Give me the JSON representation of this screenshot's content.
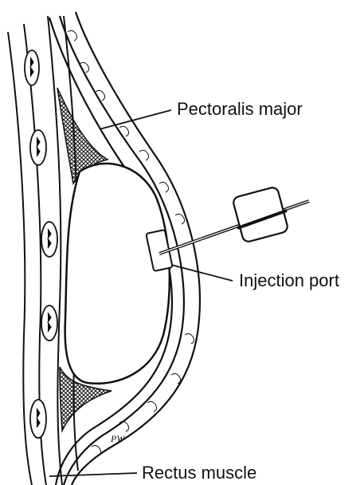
{
  "labels": {
    "pectoralis": "Pectoralis major",
    "injection": "Injection port",
    "rectus": "Rectus muscle"
  },
  "signature": "PW",
  "colors": {
    "ink": "#111111",
    "paper": "#ffffff"
  }
}
